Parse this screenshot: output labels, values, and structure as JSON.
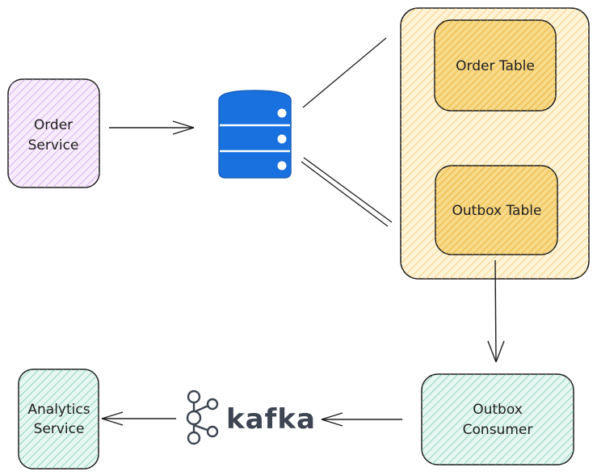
{
  "nodes": {
    "order_service": {
      "lines": [
        "Order",
        "Service"
      ],
      "fill": "#e7c6f2",
      "stroke": "#1e1e1e"
    },
    "database": {
      "fill": "#1971e0"
    },
    "outbox_db_group": {
      "fill": "#fcebc0"
    },
    "order_table": {
      "label": "Order Table",
      "fill": "#f4c95c"
    },
    "outbox_table": {
      "label": "Outbox Table",
      "fill": "#f4c95c"
    },
    "outbox_consumer": {
      "lines": [
        "Outbox",
        "Consumer"
      ],
      "fill": "#bfe9de"
    },
    "kafka": {
      "label": "kafka",
      "color": "#3d4452"
    },
    "analytics_service": {
      "lines": [
        "Analytics",
        "Service"
      ],
      "fill": "#bfe9de"
    }
  }
}
